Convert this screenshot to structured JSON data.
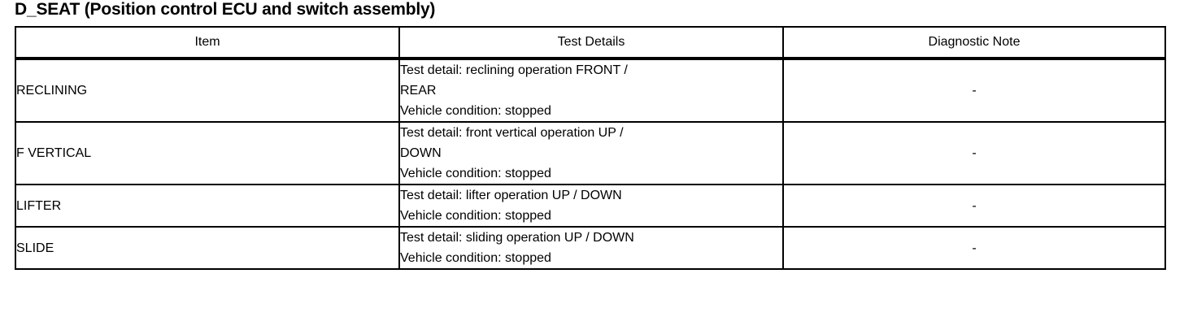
{
  "title": "D_SEAT (Position control ECU and switch assembly)",
  "table": {
    "columns": [
      {
        "key": "item",
        "label": "Item"
      },
      {
        "key": "detail",
        "label": "Test Details"
      },
      {
        "key": "note",
        "label": "Diagnostic Note"
      }
    ],
    "rows": [
      {
        "item": "RECLINING",
        "detail_lines": [
          "Test detail: reclining operation FRONT /",
          "REAR",
          "Vehicle condition: stopped"
        ],
        "note": "-"
      },
      {
        "item": "F VERTICAL",
        "detail_lines": [
          "Test detail: front vertical operation UP /",
          "DOWN",
          "Vehicle condition: stopped"
        ],
        "note": "-"
      },
      {
        "item": "LIFTER",
        "detail_lines": [
          "Test detail: lifter operation UP / DOWN",
          "Vehicle condition: stopped"
        ],
        "note": "-"
      },
      {
        "item": "SLIDE",
        "detail_lines": [
          "Test detail: sliding operation UP / DOWN",
          "Vehicle condition: stopped"
        ],
        "note": "-"
      }
    ]
  },
  "colors": {
    "text": "#000000",
    "border": "#000000",
    "background": "#ffffff"
  }
}
